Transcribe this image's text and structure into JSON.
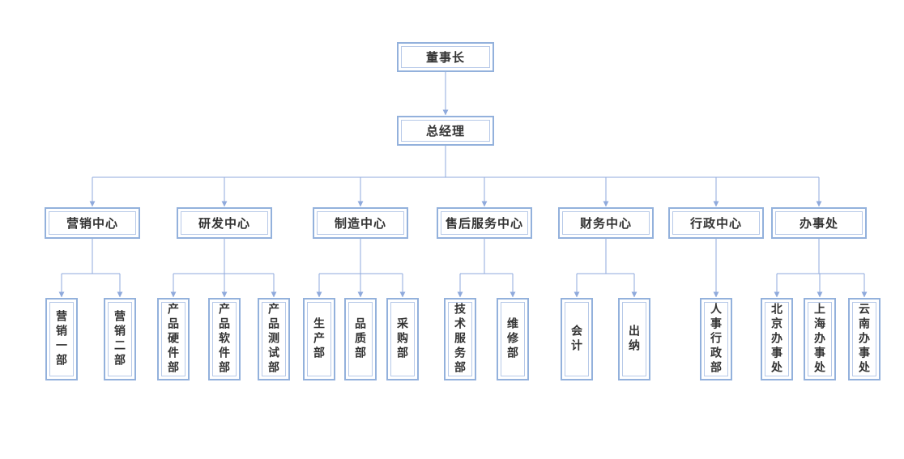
{
  "org": {
    "root": {
      "label": "董事长"
    },
    "general_manager": {
      "label": "总经理"
    },
    "centers": [
      {
        "label": "营销中心",
        "children": [
          {
            "label": "营销一部"
          },
          {
            "label": "营销二部"
          }
        ]
      },
      {
        "label": "研发中心",
        "children": [
          {
            "label": "产品硬件部"
          },
          {
            "label": "产品软件部"
          },
          {
            "label": "产品测试部"
          }
        ]
      },
      {
        "label": "制造中心",
        "children": [
          {
            "label": "生产部"
          },
          {
            "label": "品质部"
          },
          {
            "label": "采购部"
          }
        ]
      },
      {
        "label": "售后服务中心",
        "children": [
          {
            "label": "技术服务部"
          },
          {
            "label": "维修部"
          }
        ]
      },
      {
        "label": "财务中心",
        "children": [
          {
            "label": "会计"
          },
          {
            "label": "出纳"
          }
        ]
      },
      {
        "label": "行政中心",
        "children": [
          {
            "label": "人事行政部"
          }
        ]
      },
      {
        "label": "办事处",
        "children": [
          {
            "label": "北京办事处"
          },
          {
            "label": "上海办事处"
          },
          {
            "label": "云南办事处"
          }
        ]
      }
    ]
  },
  "colors": {
    "border_outer": "#93B1DC",
    "border_inner": "#B7C9E8",
    "line": "#8FAADC",
    "text": "#333333"
  }
}
